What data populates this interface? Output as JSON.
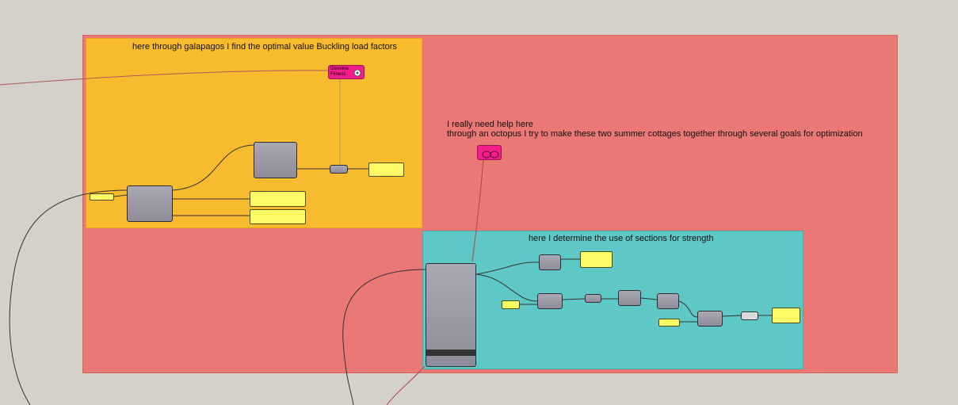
{
  "canvas": {
    "colors": {
      "background": "#d4d0ca",
      "outer_group": "#ea7874",
      "orange_group": "#f7bb2f",
      "teal_group": "#5ec8c7",
      "component": "#9a99a5",
      "panel": "#fdfc64",
      "special_component": "#f21e8b"
    }
  },
  "groups": {
    "orange": {
      "title": "here through galapagos I find the optimal value Buckling load factors"
    },
    "teal": {
      "title": "here I determine the use of sections for strength"
    },
    "outer": {
      "note_line1": "I really need help here",
      "note_line2": "through an octopus I try to make these two summer cottages together through several goals for optimization"
    }
  },
  "components": {
    "galapagos": {
      "line1": "Genome",
      "line2": "Fitness",
      "icon": "galapagos-dna-icon"
    },
    "octopus": {
      "icon": "octopus-icon"
    }
  }
}
